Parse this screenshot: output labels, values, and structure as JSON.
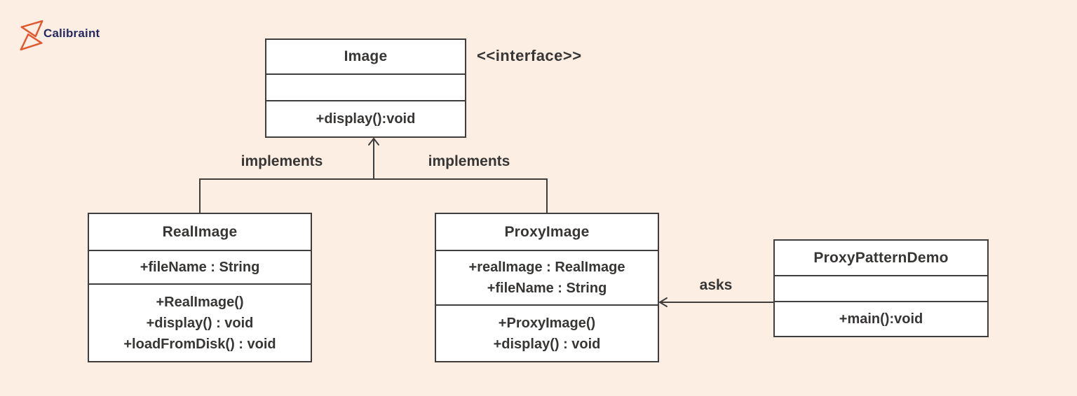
{
  "colors": {
    "background": "#fdeee3",
    "box_fill": "#ffffff",
    "line": "#3f3e3c",
    "text": "#373634",
    "logo_orange": "#e2582e",
    "brand_navy": "#272a5e"
  },
  "brand": {
    "name": "Calibraint"
  },
  "labels": {
    "interface_stereotype": "<<interface>>",
    "implements_left": "implements",
    "implements_right": "implements",
    "asks": "asks"
  },
  "classes": {
    "image": {
      "name": "Image",
      "methods": [
        "+display():void"
      ]
    },
    "real_image": {
      "name": "RealImage",
      "attributes": [
        "+fileName : String"
      ],
      "methods": [
        "+RealImage()",
        "+display() : void",
        "+loadFromDisk() : void"
      ]
    },
    "proxy_image": {
      "name": "ProxyImage",
      "attributes": [
        "+realImage : RealImage",
        "+fileName : String"
      ],
      "methods": [
        "+ProxyImage()",
        "+display() : void"
      ]
    },
    "demo": {
      "name": "ProxyPatternDemo",
      "methods": [
        "+main():void"
      ]
    }
  }
}
